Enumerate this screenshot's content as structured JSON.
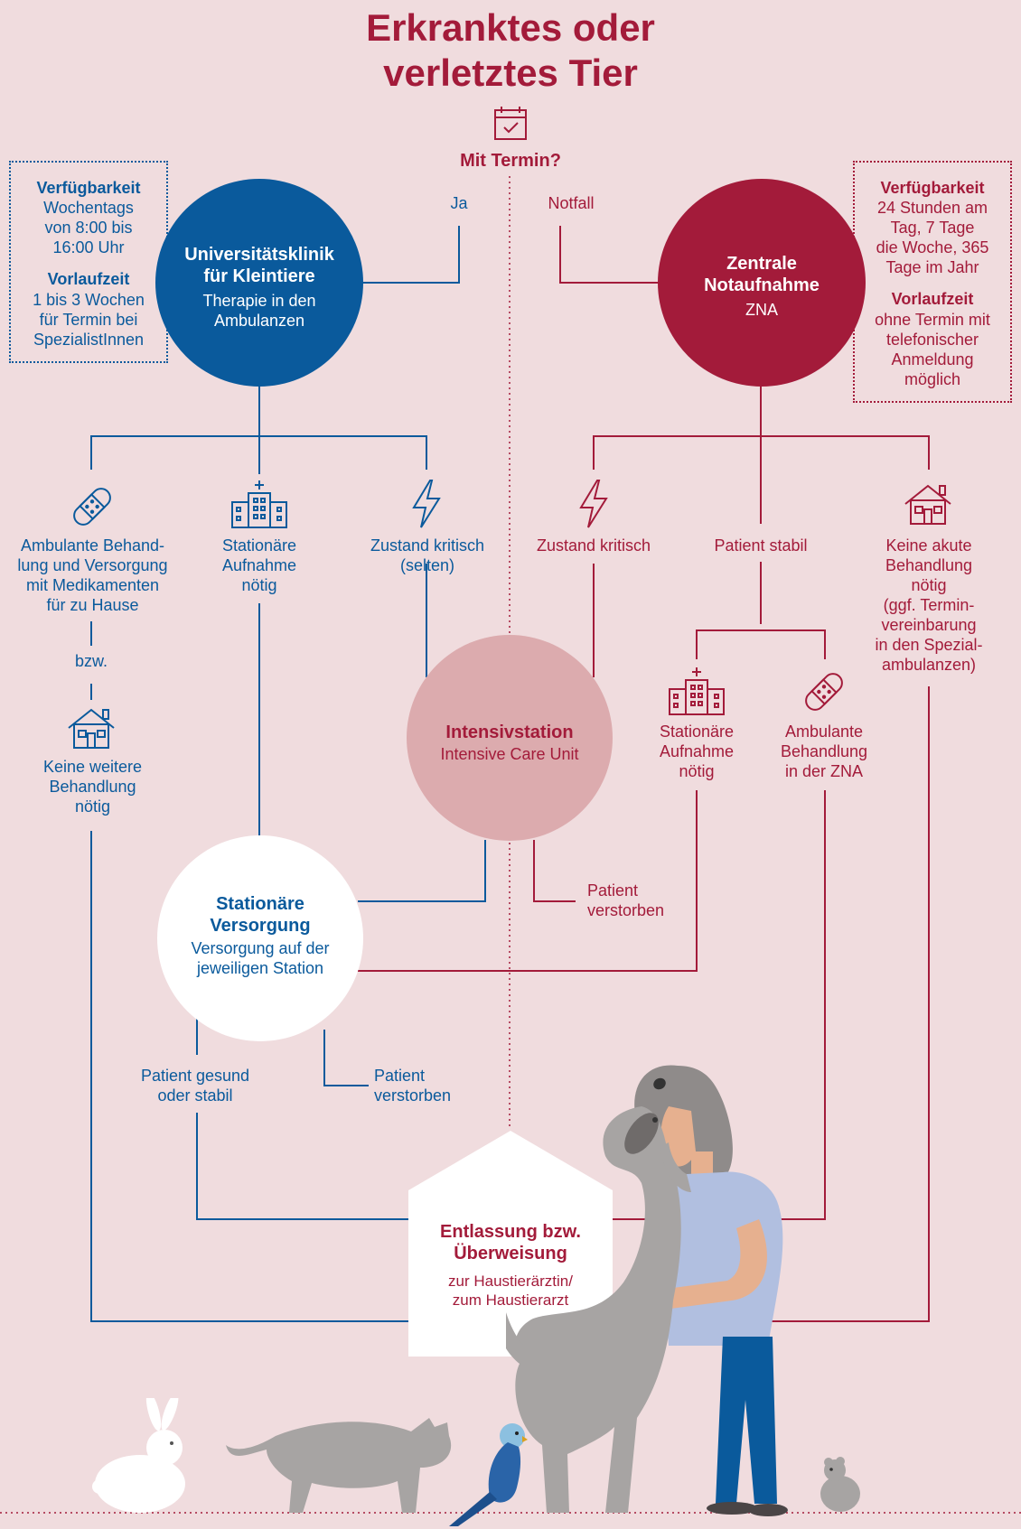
{
  "title_line1": "Erkranktes oder",
  "title_line2": "verletztes Tier",
  "question": "Mit Termin?",
  "yes_label": "Ja",
  "emergency_label": "Notfall",
  "left_box": {
    "availability_title": "Verfügbarkeit",
    "availability_lines": [
      "Wochentags",
      "von 8:00 bis",
      "16:00 Uhr"
    ],
    "lead_title": "Vorlaufzeit",
    "lead_lines": [
      "1 bis 3 Wochen",
      "für Termin bei",
      "SpezialistInnen"
    ]
  },
  "right_box": {
    "availability_title": "Verfügbarkeit",
    "availability_lines": [
      "24 Stunden am",
      "Tag, 7 Tage",
      "die Woche, 365",
      "Tage im Jahr"
    ],
    "lead_title": "Vorlaufzeit",
    "lead_lines": [
      "ohne Termin mit",
      "telefonischer",
      "Anmeldung",
      "möglich"
    ]
  },
  "uni_clinic": {
    "title_lines": [
      "Universitätsklinik",
      "für Kleintiere"
    ],
    "sub_lines": [
      "Therapie in den",
      "Ambulanzen"
    ]
  },
  "zna": {
    "title_lines": [
      "Zentrale",
      "Notaufnahme"
    ],
    "sub": "ZNA"
  },
  "left_options": {
    "outpatient": [
      "Ambulante Behand-",
      "lung und Versorgung",
      "mit Medikamenten",
      "für zu Hause"
    ],
    "or_label": "bzw.",
    "no_treatment": [
      "Keine weitere",
      "Behandlung",
      "nötig"
    ],
    "inpatient": [
      "Stationäre",
      "Aufnahme",
      "nötig"
    ],
    "critical": [
      "Zustand kritisch",
      "(selten)"
    ]
  },
  "right_options": {
    "critical": "Zustand kritisch",
    "stable": "Patient stabil",
    "no_acute": [
      "Keine akute",
      "Behandlung",
      "nötig",
      "(ggf. Termin-",
      "vereinbarung",
      "in den Spezial-",
      "ambulanzen)"
    ],
    "inpatient": [
      "Stationäre",
      "Aufnahme",
      "nötig"
    ],
    "outpatient": [
      "Ambulante",
      "Behandlung",
      "in der ZNA"
    ]
  },
  "icu": {
    "title": "Intensivstation",
    "sub": "Intensive Care Unit",
    "deceased": [
      "Patient",
      "verstorben"
    ]
  },
  "ward": {
    "title_lines": [
      "Stationäre",
      "Versorgung"
    ],
    "sub_lines": [
      "Versorgung auf der",
      "jeweiligen Station"
    ],
    "healthy": [
      "Patient gesund",
      "oder stabil"
    ],
    "deceased": [
      "Patient",
      "verstorben"
    ]
  },
  "discharge": {
    "title_lines": [
      "Entlassung bzw.",
      "Überweisung"
    ],
    "sub_lines": [
      "zur Haustierärztin/",
      "zum Haustierarzt"
    ]
  },
  "colors": {
    "background": "#f0dcde",
    "blue": "#0a5a9c",
    "red": "#a31b3a",
    "icu": "#dcabae"
  },
  "icons": [
    "calendar-icon",
    "bandage-icon",
    "hospital-icon",
    "lightning-icon",
    "house-icon"
  ]
}
